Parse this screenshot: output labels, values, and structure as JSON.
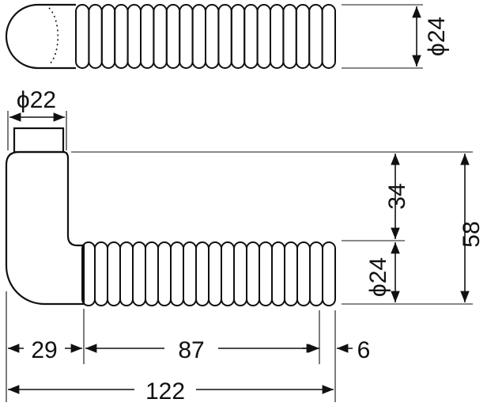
{
  "drawing": {
    "top_view": {
      "diameter": "ϕ24"
    },
    "side_view": {
      "neck_diameter": "ϕ22",
      "grip_diameter": "ϕ24",
      "height_upper": "34",
      "height_total": "58",
      "len_stem": "29",
      "len_grip": "87",
      "len_tip": "6",
      "len_total": "122"
    }
  }
}
